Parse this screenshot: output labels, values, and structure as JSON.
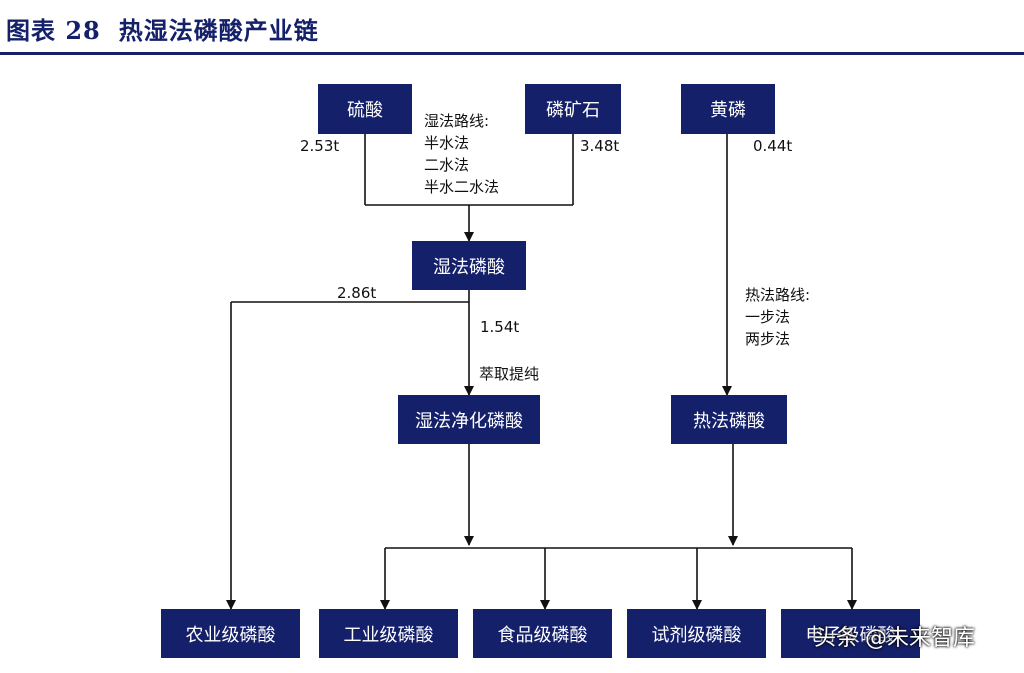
{
  "header": {
    "figure_label": "图表",
    "figure_number": "28",
    "title": "热湿法磷酸产业链"
  },
  "colors": {
    "accent": "#15206a",
    "line": "#111111"
  },
  "nodes": {
    "sulfuric_acid": "硫酸",
    "phosphate_rock": "磷矿石",
    "yellow_phosphorus": "黄磷",
    "wet_process_acid": "湿法磷酸",
    "purified_wet_acid": "湿法净化磷酸",
    "thermal_acid": "热法磷酸",
    "agricultural_grade": "农业级磷酸",
    "industrial_grade": "工业级磷酸",
    "food_grade": "食品级磷酸",
    "reagent_grade": "试剂级磷酸",
    "electronic_grade": "电子级磷酸"
  },
  "annotations": {
    "wet_route_title": "湿法路线:",
    "wet_route_1": "半水法",
    "wet_route_2": "二水法",
    "wet_route_3": "半水二水法",
    "thermal_route_title": "热法路线:",
    "thermal_route_1": "一步法",
    "thermal_route_2": "两步法",
    "purify_step": "萃取提纯"
  },
  "quantities": {
    "sulfuric_acid": "2.53t",
    "phosphate_rock": "3.48t",
    "yellow_phosphorus": "0.44t",
    "to_agricultural": "2.86t",
    "to_purified": "1.54t"
  },
  "watermark": "头条 @未来智库"
}
